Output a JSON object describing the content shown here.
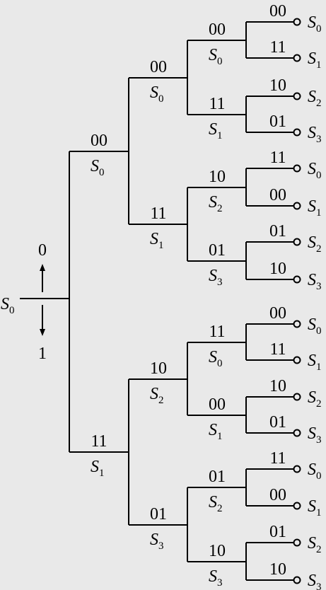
{
  "start": {
    "state": "S",
    "sub": "0",
    "up_label": "0",
    "down_label": "1"
  },
  "level1": [
    {
      "code": "00",
      "state": "S",
      "sub": "0"
    },
    {
      "code": "11",
      "state": "S",
      "sub": "1"
    }
  ],
  "level2": [
    {
      "code": "00",
      "state": "S",
      "sub": "0"
    },
    {
      "code": "11",
      "state": "S",
      "sub": "1"
    },
    {
      "code": "10",
      "state": "S",
      "sub": "2"
    },
    {
      "code": "01",
      "state": "S",
      "sub": "3"
    }
  ],
  "level3": [
    {
      "code": "00",
      "state": "S",
      "sub": "0"
    },
    {
      "code": "11",
      "state": "S",
      "sub": "1"
    },
    {
      "code": "10",
      "state": "S",
      "sub": "2"
    },
    {
      "code": "01",
      "state": "S",
      "sub": "3"
    },
    {
      "code": "11",
      "state": "S",
      "sub": "0"
    },
    {
      "code": "00",
      "state": "S",
      "sub": "1"
    },
    {
      "code": "01",
      "state": "S",
      "sub": "2"
    },
    {
      "code": "10",
      "state": "S",
      "sub": "3"
    }
  ],
  "level4": [
    {
      "code": "00",
      "state": "S",
      "sub": "0"
    },
    {
      "code": "11",
      "state": "S",
      "sub": "1"
    },
    {
      "code": "10",
      "state": "S",
      "sub": "2"
    },
    {
      "code": "01",
      "state": "S",
      "sub": "3"
    },
    {
      "code": "11",
      "state": "S",
      "sub": "0"
    },
    {
      "code": "00",
      "state": "S",
      "sub": "1"
    },
    {
      "code": "01",
      "state": "S",
      "sub": "2"
    },
    {
      "code": "10",
      "state": "S",
      "sub": "3"
    },
    {
      "code": "00",
      "state": "S",
      "sub": "0"
    },
    {
      "code": "11",
      "state": "S",
      "sub": "1"
    },
    {
      "code": "10",
      "state": "S",
      "sub": "2"
    },
    {
      "code": "01",
      "state": "S",
      "sub": "3"
    },
    {
      "code": "11",
      "state": "S",
      "sub": "0"
    },
    {
      "code": "00",
      "state": "S",
      "sub": "1"
    },
    {
      "code": "01",
      "state": "S",
      "sub": "2"
    },
    {
      "code": "10",
      "state": "S",
      "sub": "3"
    }
  ]
}
